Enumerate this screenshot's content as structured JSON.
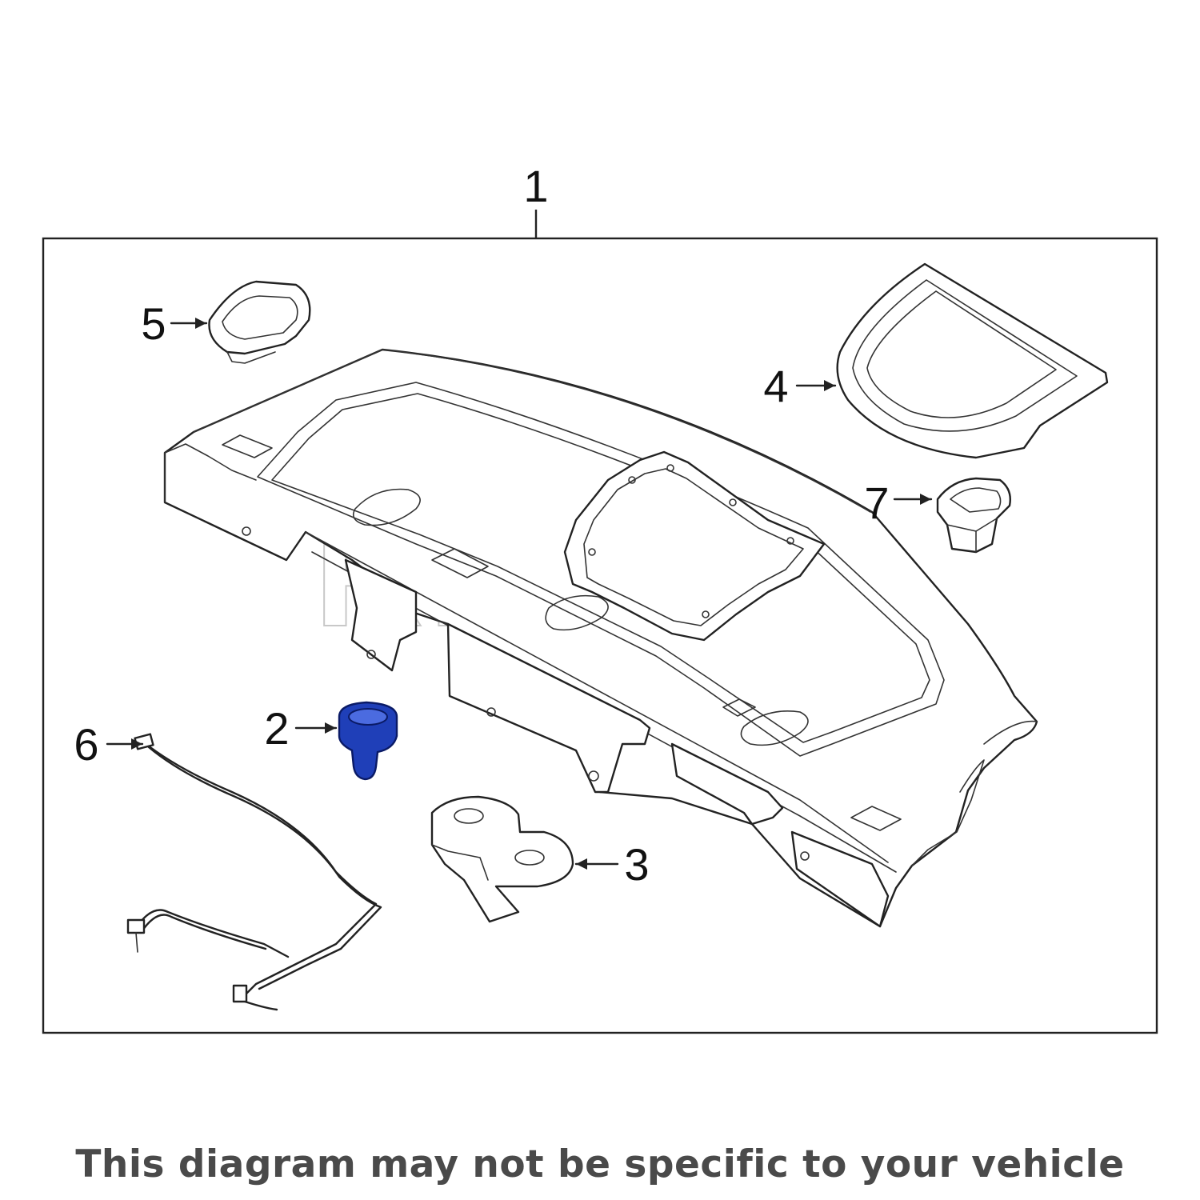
{
  "callouts": {
    "c1": "1",
    "c2": "2",
    "c3": "3",
    "c4": "4",
    "c5": "5",
    "c6": "6",
    "c7": "7"
  },
  "watermark": "REXKA",
  "disclaimer": "This diagram may not be specific to your vehicle",
  "colors": {
    "highlight_part": "#1f3fb8",
    "line": "#222222",
    "disclaimer_text": "#4a4a4a"
  }
}
